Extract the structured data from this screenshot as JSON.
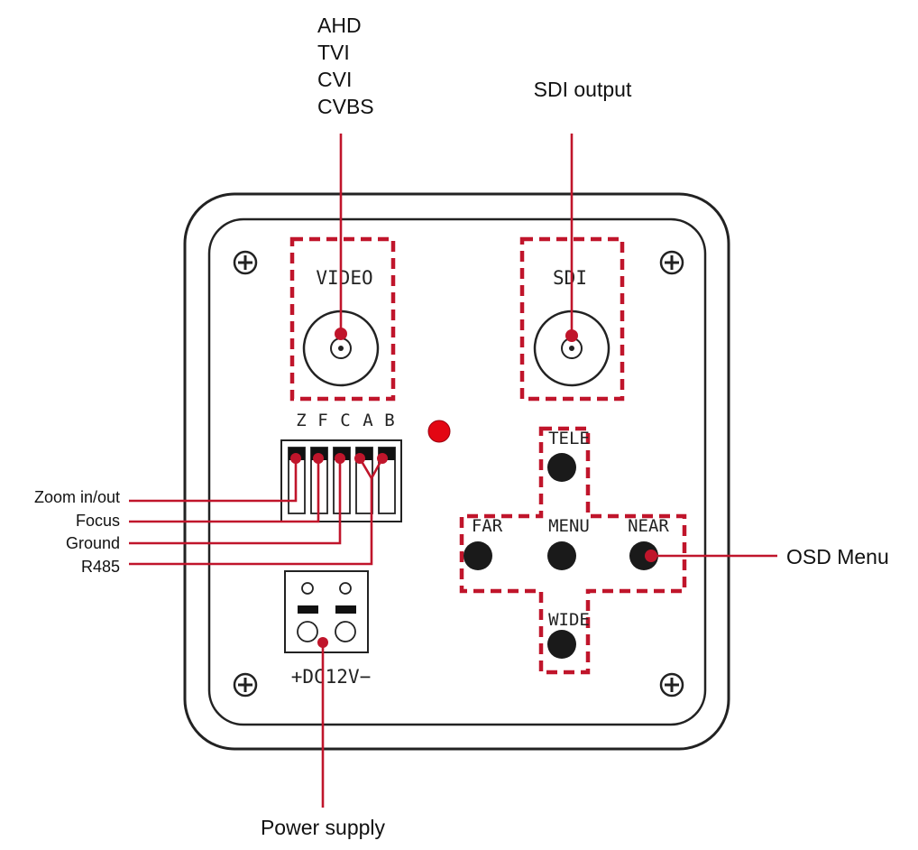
{
  "callouts": {
    "video_formats": [
      "AHD",
      "TVI",
      "CVI",
      "CVBS"
    ],
    "sdi_output": "SDI output",
    "osd_menu": "OSD Menu",
    "power_supply": "Power supply",
    "zoom": "Zoom in/out",
    "focus": "Focus",
    "ground": "Ground",
    "r485": "R485"
  },
  "panel": {
    "video_label": "VIDEO",
    "sdi_label": "SDI",
    "terminal_letters": [
      "Z",
      "F",
      "C",
      "A",
      "B"
    ],
    "power_label": "+DC12V−",
    "buttons": {
      "tele": "TELE",
      "far": "FAR",
      "menu": "MENU",
      "near": "NEAR",
      "wide": "WIDE"
    }
  },
  "colors": {
    "accent_red": "#c0152b",
    "led_red": "#e30613",
    "outline": "#222222",
    "button_fill": "#1a1a1a"
  }
}
